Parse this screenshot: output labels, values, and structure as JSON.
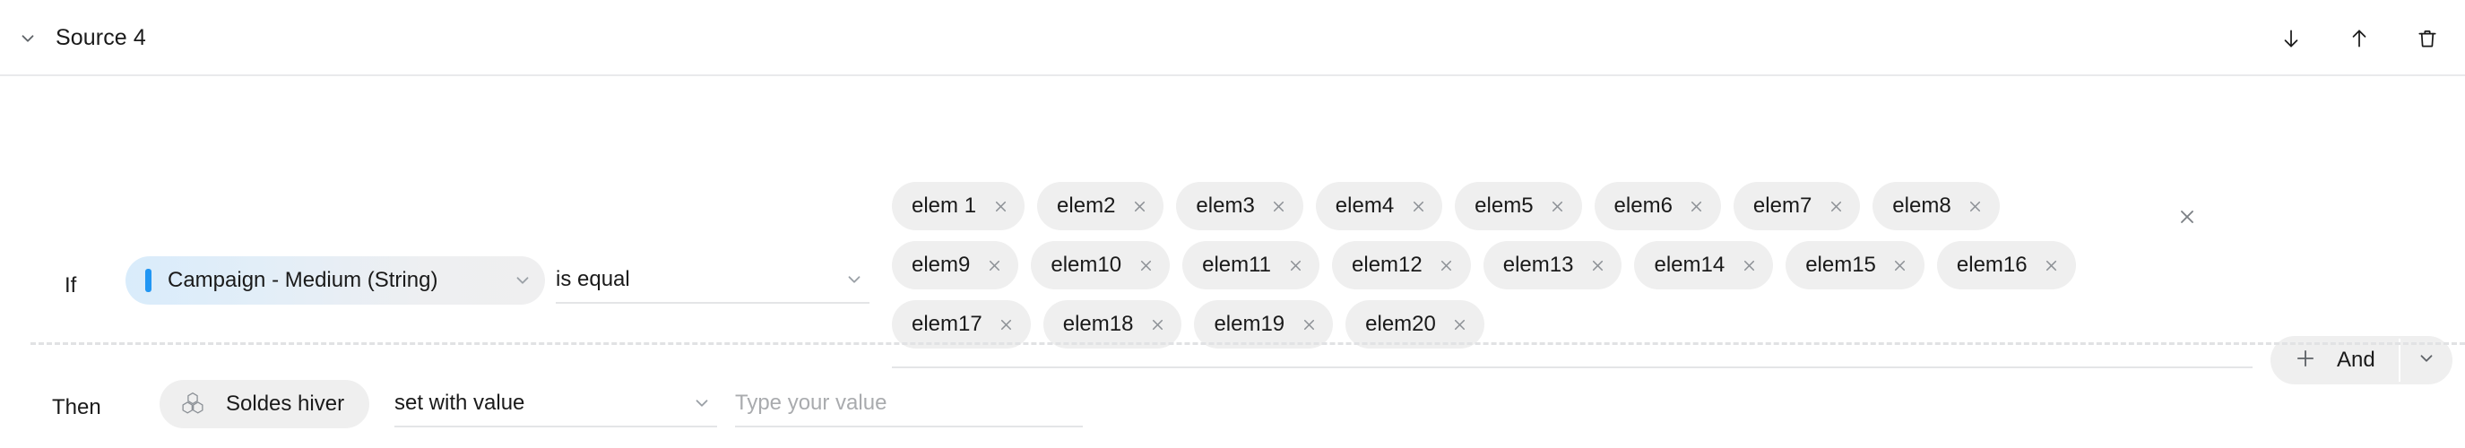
{
  "header": {
    "title": "Source 4",
    "collapse_icon": "chevron-down-icon",
    "actions": [
      {
        "name": "move-down-button",
        "icon": "arrow-down-icon"
      },
      {
        "name": "move-up-button",
        "icon": "arrow-up-icon"
      },
      {
        "name": "delete-button",
        "icon": "trash-icon"
      }
    ]
  },
  "rule": {
    "if_label": "If",
    "field": {
      "label": "Campaign - Medium (String)",
      "accent_color": "#2196f3",
      "chevron_icon": "chevron-down-icon"
    },
    "operator": {
      "value": "is equal",
      "chevron_icon": "chevron-down-icon"
    },
    "values": {
      "chips": [
        "elem 1",
        "elem2",
        "elem3",
        "elem4",
        "elem5",
        "elem6",
        "elem7",
        "elem8",
        "elem9",
        "elem10",
        "elem11",
        "elem12",
        "elem13",
        "elem14",
        "elem15",
        "elem16",
        "elem17",
        "elem18",
        "elem19",
        "elem20"
      ],
      "chip_remove_icon": "close-icon",
      "clear_all_icon": "close-icon"
    },
    "add_condition": {
      "plus_icon": "plus-icon",
      "label": "And",
      "chevron_icon": "chevron-down-icon"
    }
  },
  "action": {
    "then_label": "Then",
    "target": {
      "icon": "hexagon-cluster-icon",
      "label": "Soldes hiver"
    },
    "operation": {
      "value": "set with value",
      "chevron_icon": "chevron-down-icon"
    },
    "value_field": {
      "value": "",
      "placeholder": "Type your value"
    }
  },
  "colors": {
    "accent": "#2196f3",
    "chip_bg": "#efefef",
    "border": "#e4e5e7",
    "text": "#1a1a1a",
    "muted_text": "#a9abae"
  }
}
